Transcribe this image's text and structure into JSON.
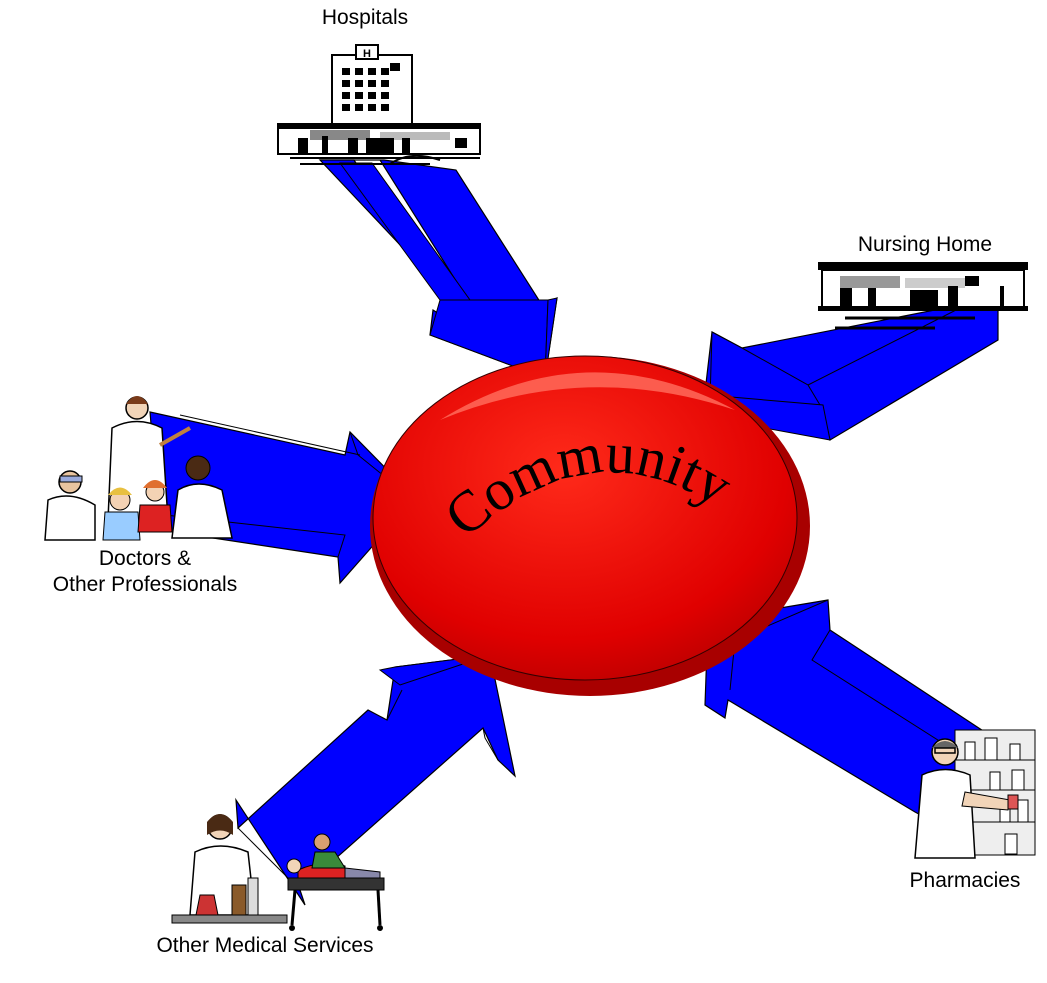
{
  "center": {
    "text": "Community"
  },
  "nodes": [
    {
      "id": "hospitals",
      "label": "Hospitals",
      "icon": "hospital-building-icon"
    },
    {
      "id": "nursing-home",
      "label": "Nursing Home",
      "icon": "nursing-home-building-icon"
    },
    {
      "id": "doctors",
      "label_line1": "Doctors &",
      "label_line2": "Other Professionals",
      "icon": "doctors-group-icon"
    },
    {
      "id": "other-medical",
      "label": "Other Medical Services",
      "icon": "lab-and-patient-icon"
    },
    {
      "id": "pharmacies",
      "label": "Pharmacies",
      "icon": "pharmacist-icon"
    }
  ],
  "colors": {
    "arrow": "#0000ff",
    "arrow_outline": "#000000",
    "community_fill": "#e30000",
    "community_dark": "#a80000",
    "community_highlight": "#ff6a5a"
  }
}
